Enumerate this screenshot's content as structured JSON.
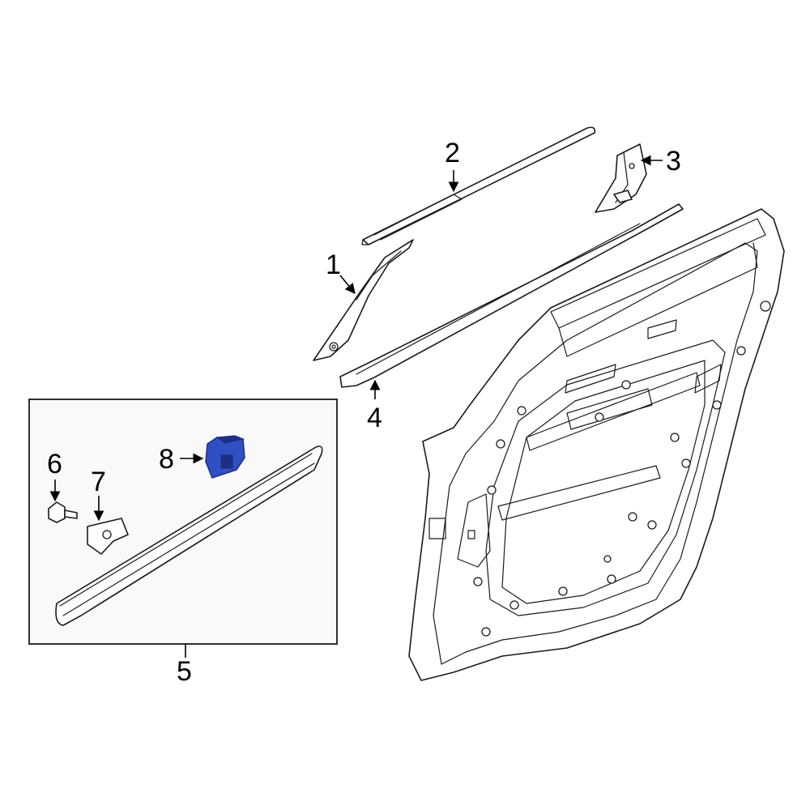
{
  "callouts": {
    "c1": "1",
    "c2": "2",
    "c3": "3",
    "c4": "4",
    "c5": "5",
    "c6": "6",
    "c7": "7",
    "c8": "8"
  },
  "colors": {
    "highlight": "#2f4fc4",
    "highlight_dark": "#1c2f86",
    "line": "#1a1a1a",
    "box_fill": "#f9f9f9"
  }
}
